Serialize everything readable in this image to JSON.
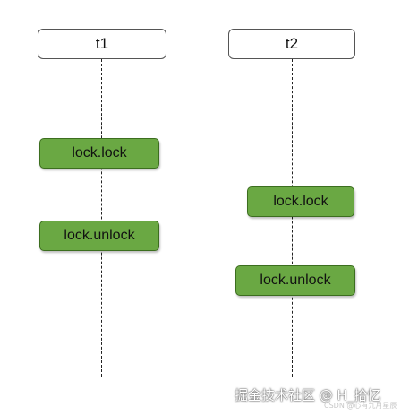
{
  "colors": {
    "op_fill": "#6aa843",
    "op_border": "#3c6e1f",
    "thread_border": "#555555"
  },
  "threads": [
    {
      "label": "t1",
      "ops": [
        "lock.lock",
        "lock.unlock"
      ]
    },
    {
      "label": "t2",
      "ops": [
        "lock.lock",
        "lock.unlock"
      ]
    }
  ],
  "watermark": {
    "text": "掘金技术社区 @ H_拾忆",
    "csdn": "CSDN @心有九月星辰"
  }
}
